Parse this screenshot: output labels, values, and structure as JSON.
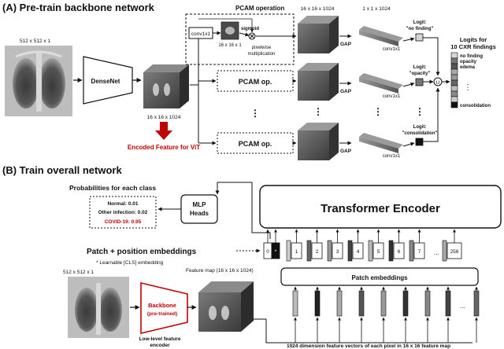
{
  "section_a": {
    "title": "(A) Pre-train backbone network",
    "input_size": "512 x 512 x 1",
    "densenet": "DenseNet",
    "feat_size": "16 x 16 x 1024",
    "encoded_feature": "Encoded Feature for ViT",
    "pcam_title": "PCAM operation",
    "conv": "conv1x1",
    "attn_size": "16 x 16 x 1",
    "sigmoid": "sigmoid",
    "pixelwise": [
      "pixelwise",
      "multiplication"
    ],
    "pcam_op": "PCAM op.",
    "dots": "⋮",
    "top_size_1": "16 x 16 x 1024",
    "top_size_2": "1 x 1 x 1024",
    "gap": "GAP",
    "logit_nf": [
      "Logit:",
      "\"no finding\""
    ],
    "logit_op": [
      "Logit:",
      "\"opacity\""
    ],
    "logit_co": [
      "Logit:",
      "\"consolidation\""
    ],
    "logits_title": [
      "Logits for",
      "10 CXR findings"
    ],
    "findings": [
      "no finding",
      "opacity",
      "edema",
      "consolidation"
    ],
    "concat": "U"
  },
  "section_b": {
    "title": "(B) Train overall network",
    "prob_title": "Probabilities  for each class",
    "prob_lines": [
      "Normal: 0.01",
      "Other infection: 0.02",
      "COVID-19: 0.95"
    ],
    "mlp": [
      "MLP",
      "Heads"
    ],
    "transformer": "Transformer Encoder",
    "patch_pos": "Patch + position embeddings",
    "cls_note": "* Learnable [CLS] embedding",
    "tokens": [
      "0",
      "*",
      "1",
      "2",
      "3",
      "4",
      "5",
      "6",
      "7",
      "...",
      "256"
    ],
    "patch_emb": "Patch embeddings",
    "input_size": "512 x 512 x 1",
    "feature_map": "Feature map (16 x 16 x 1024)",
    "backbone": [
      "Backbone",
      "(pre-trained)"
    ],
    "lowlevel": [
      "Low-level feature",
      "encoder"
    ],
    "feature_vectors": "1024 dimension feature vectors of each pixel in 16 x 16 feature map"
  },
  "colors": {
    "accent_red": "#c00000",
    "dark": "#111111",
    "gray": "#888888"
  }
}
